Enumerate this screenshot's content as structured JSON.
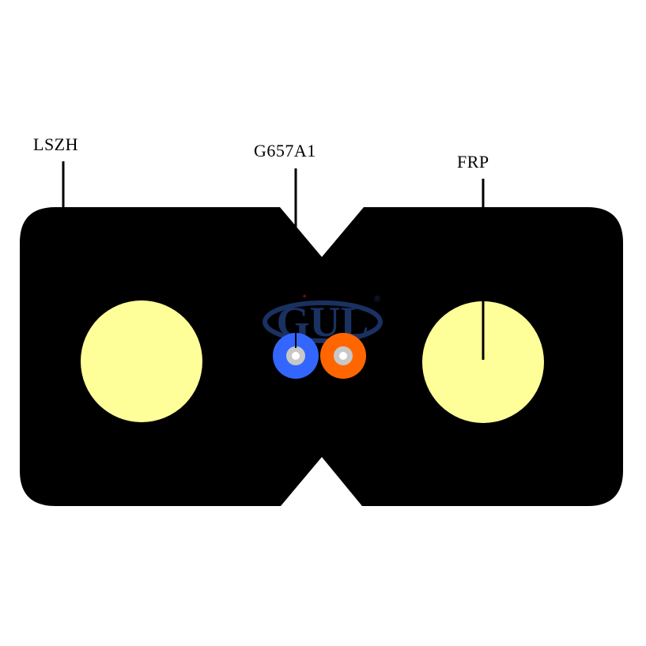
{
  "labels": {
    "sheath": "LSZH",
    "fiber": "G657A1",
    "strength_member": "FRP"
  },
  "watermark": {
    "text": "GUL",
    "registered_mark": "®"
  },
  "colors": {
    "sheath": "#000000",
    "strength_member": "#ffff99",
    "fiber_blue": "#3366ff",
    "fiber_orange": "#ff6600",
    "fiber_core": "#c8c8c8",
    "watermark": "#1f3a73",
    "background": "#ffffff"
  },
  "icons": {
    "watermark_logo": "gul-logo-icon"
  }
}
